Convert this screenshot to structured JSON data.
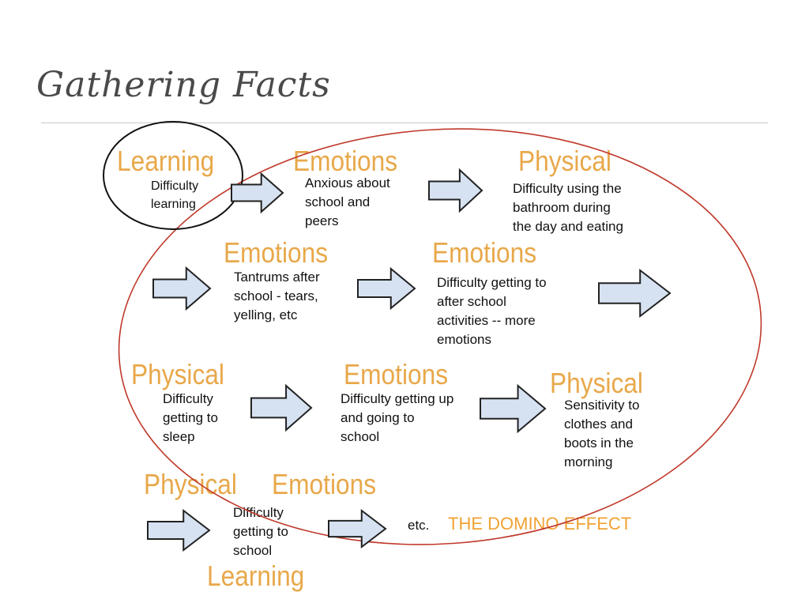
{
  "title": "Gathering Facts",
  "footer_text": {
    "etc": "etc.",
    "domino": "THE DOMINO EFFECT"
  },
  "colors": {
    "category": "#e8a84a",
    "domino": "#f0a233",
    "big_oval": "#c0392b",
    "small_oval": "#111111",
    "arrow_fill": "#d6e2f2"
  },
  "blocks": {
    "b1": {
      "category": "Learning",
      "text": "Difficulty\nlearning"
    },
    "b2": {
      "category": "Emotions",
      "text": "Anxious about\nschool and\npeers"
    },
    "b3": {
      "category": "Physical",
      "text": "Difficulty using the\nbathroom during\nthe day and eating"
    },
    "b4": {
      "category": "Emotions",
      "text": "Tantrums after\nschool - tears,\nyelling, etc"
    },
    "b5": {
      "category": "Emotions",
      "text": "Difficulty getting to\nafter school\nactivities -- more\nemotions"
    },
    "b6": {
      "category": "Physical",
      "text": "Difficulty\ngetting to\nsleep"
    },
    "b7": {
      "category": "Emotions",
      "text": "Difficulty getting up\nand going to\nschool"
    },
    "b8": {
      "category": "Physical",
      "text": "Sensitivity to\nclothes and\nboots in the\nmorning"
    },
    "b9": {
      "category": "Physical",
      "text": "Difficulty\ngetting to\nschool"
    }
  },
  "extra_labels": {
    "emotions_row4": "Emotions",
    "learning_bottom": "Learning"
  },
  "icons": {
    "arrow": "block-arrow-right-icon",
    "small_oval": "highlight-oval",
    "big_oval": "cycle-oval"
  }
}
